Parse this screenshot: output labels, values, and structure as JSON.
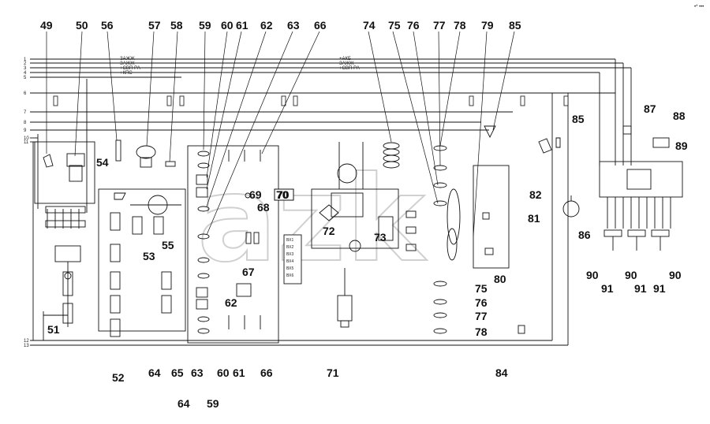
{
  "diagram": {
    "callouts_top": [
      "49",
      "50",
      "56",
      "57",
      "58",
      "59",
      "60",
      "61",
      "62",
      "63",
      "66",
      "74",
      "75",
      "76",
      "77",
      "78",
      "79",
      "85"
    ],
    "callouts_bottom": [
      "52",
      "64",
      "65",
      "63",
      "60",
      "61",
      "66",
      "71",
      "84",
      "59",
      "64",
      "90",
      "91",
      "90",
      "91",
      "91",
      "90"
    ],
    "callouts_side": [
      "54",
      "55",
      "53",
      "51",
      "69",
      "68",
      "70",
      "72",
      "73",
      "67",
      "62",
      "75",
      "76",
      "77",
      "78",
      "80",
      "81",
      "82",
      "86",
      "87",
      "88",
      "89",
      "85"
    ],
    "bus_numbers": [
      "1",
      "2",
      "3",
      "4",
      "5",
      "6",
      "7",
      "8",
      "9",
      "10",
      "11",
      "12",
      "13"
    ],
    "bus_tags_left": [
      "ЗАЖЖ",
      "ЗАЖЖ",
      "+СВП-РА",
      "+КПС"
    ],
    "bus_tags_right": [
      "+АКБ",
      "ЗАЖЖ",
      "+СВП-РА"
    ],
    "block_70_label": "70",
    "block_pins": [
      "ВХ1",
      "ВХ2",
      "ВХ3",
      "ВХ4",
      "ВХ5",
      "ВХ6"
    ],
    "watermark": "azk",
    "corner_mark": "•* •••"
  }
}
